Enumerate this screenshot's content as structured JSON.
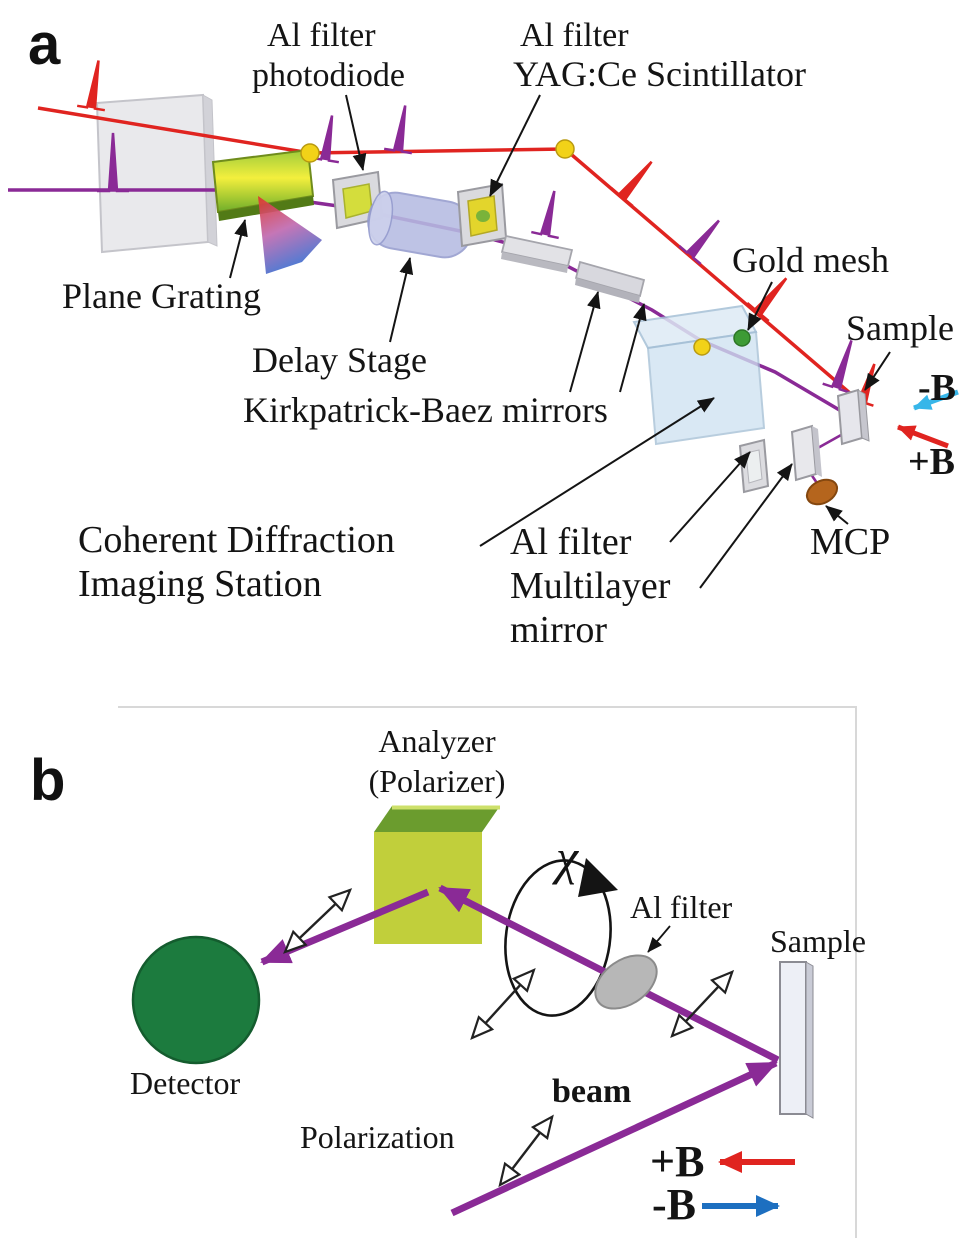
{
  "figure": {
    "panel_a": {
      "tag": "a",
      "labels": {
        "filter_photodiode_line1": "Al filter",
        "filter_photodiode_line2": "photodiode",
        "filter_yag_line1": "Al filter",
        "filter_yag_line2": "YAG:Ce Scintillator",
        "plane_grating": "Plane Grating",
        "delay_stage": "Delay Stage",
        "kb_mirrors": "Kirkpatrick-Baez mirrors",
        "gold_mesh": "Gold mesh",
        "sample": "Sample",
        "minus_b": "-B",
        "plus_b": "+B",
        "cdi_line1": "Coherent Diffraction",
        "cdi_line2": "Imaging Station",
        "filter_ml_line1": "Al filter",
        "filter_ml_line2": "Multilayer",
        "filter_ml_line3": "mirror",
        "mcp": "MCP"
      }
    },
    "panel_b": {
      "tag": "b",
      "labels": {
        "analyzer_line1": "Analyzer",
        "analyzer_line2": "(Polarizer)",
        "chi": "χ",
        "al_filter": "Al filter",
        "sample": "Sample",
        "detector": "Detector",
        "polarization": "Polarization",
        "beam": "beam",
        "plus_b": "+B",
        "minus_b": "-B"
      }
    },
    "colors": {
      "beam_red": "#e02420",
      "beam_purple": "#8a2a96",
      "minus_b_cyan": "#37b6e9",
      "minus_b_blue": "#1d6fc0",
      "plus_b_red": "#e02420",
      "detector_green": "#1c7b3e",
      "analyzer_front_green": "#c1cf3b",
      "analyzer_top_green": "#6b9c2e",
      "gold_dot_yellow": "#f2d218",
      "mesh_dot_green": "#3d9b35",
      "mcp_brown": "#b5651d"
    }
  }
}
